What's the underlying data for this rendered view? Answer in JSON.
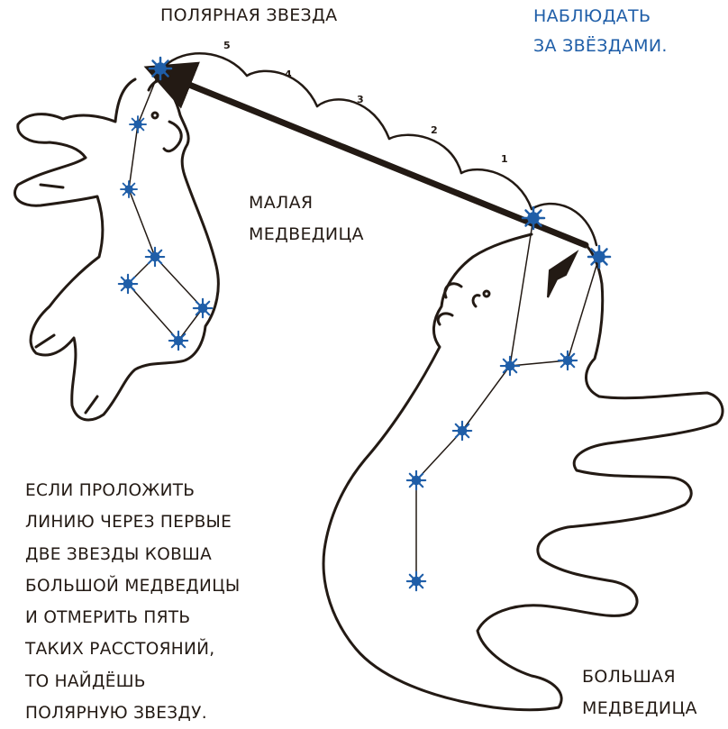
{
  "labels": {
    "polaris": "ПОЛЯРНАЯ ЗВЕЗДА",
    "little_dipper": [
      "МАЛАЯ",
      "МЕДВЕДИЦА"
    ],
    "big_dipper": [
      "БОЛЬШАЯ",
      "МЕДВЕДИЦА"
    ],
    "tip": [
      "НАБЛЮДАТЬ",
      "ЗА ЗВЁЗДАМИ."
    ]
  },
  "explanation": [
    "ЕСЛИ ПРОЛОЖИТЬ",
    "ЛИНИЮ ЧЕРЕЗ ПЕРВЫЕ",
    "ДВЕ ЗВЕЗДЫ КОВША",
    "БОЛЬШОЙ МЕДВЕДИЦЫ",
    "И ОТМЕРИТЬ ПЯТЬ",
    "ТАКИХ РАССТОЯНИЙ,",
    "ТО НАЙДЁШЬ",
    "ПОЛЯРНУЮ ЗВЕЗДУ."
  ],
  "distance_marks": [
    "1",
    "2",
    "3",
    "4",
    "5"
  ],
  "colors": {
    "ink": "#231a14",
    "star": "#1f5ea8",
    "text_blue": "#1f5ea8",
    "background": "#ffffff"
  }
}
